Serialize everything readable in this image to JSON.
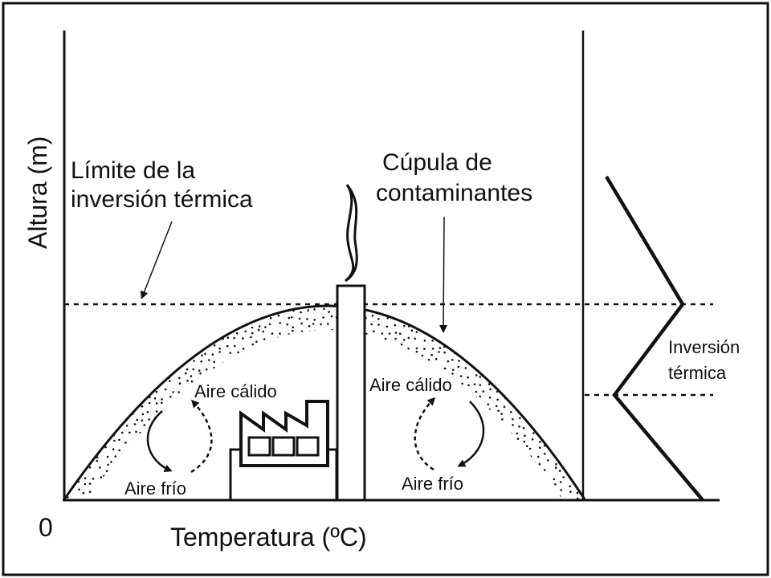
{
  "axes": {
    "y_label": "Altura (m)",
    "x_label": "Temperatura (ºC)",
    "origin": "0"
  },
  "labels": {
    "inversion_limit_line1": "Límite de la",
    "inversion_limit_line2": "inversión térmica",
    "dome_line1": "Cúpula de",
    "dome_line2": "contaminantes",
    "warm_air_left": "Aire cálido",
    "warm_air_right": "Aire cálido",
    "cold_air_left": "Aire frío",
    "cold_air_right": "Aire frío",
    "profile_line1": "Inversión",
    "profile_line2": "térmica"
  },
  "colors": {
    "ink": "#111111",
    "background": "#ffffff"
  }
}
